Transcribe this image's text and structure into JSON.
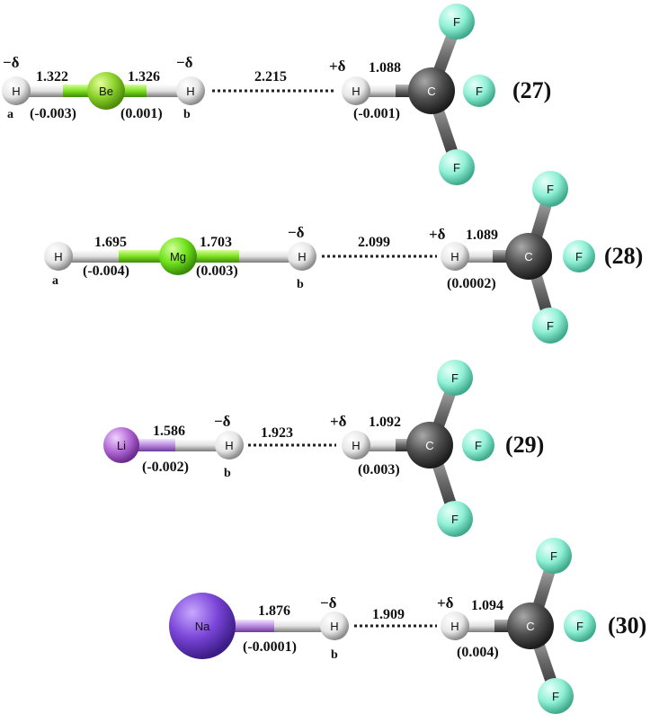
{
  "complexes": [
    {
      "id": "(27)",
      "metal": "Be",
      "hydride_h": "H",
      "left_h": "H",
      "left_charge": "−δ",
      "left_label": "a",
      "right_charge": "−δ",
      "right_label": "b",
      "bond_left": "1.322",
      "bond_left_change": "(-0.003)",
      "bond_right": "1.326",
      "bond_right_change": "(0.001)",
      "hb_distance": "2.215",
      "ch_charge": "+δ",
      "ch_h": "H",
      "ch_bond": "1.088",
      "ch_bond_change": "(-0.001)",
      "carbon": "C",
      "f1": "F",
      "f2": "F",
      "f3": "F"
    },
    {
      "id": "(28)",
      "metal": "Mg",
      "hydride_h": "H",
      "left_h": "H",
      "left_label": "a",
      "right_charge": "−δ",
      "right_label": "b",
      "bond_left": "1.695",
      "bond_left_change": "(-0.004)",
      "bond_right": "1.703",
      "bond_right_change": "(0.003)",
      "hb_distance": "2.099",
      "ch_charge": "+δ",
      "ch_h": "H",
      "ch_bond": "1.089",
      "ch_bond_change": "(0.0002)",
      "carbon": "C",
      "f1": "F",
      "f2": "F",
      "f3": "F"
    },
    {
      "id": "(29)",
      "metal": "Li",
      "hydride_h": "H",
      "right_charge": "−δ",
      "right_label": "b",
      "bond_right": "1.586",
      "bond_right_change": "(-0.002)",
      "hb_distance": "1.923",
      "ch_charge": "+δ",
      "ch_h": "H",
      "ch_bond": "1.092",
      "ch_bond_change": "(0.003)",
      "carbon": "C",
      "f1": "F",
      "f2": "F",
      "f3": "F"
    },
    {
      "id": "(30)",
      "metal": "Na",
      "hydride_h": "H",
      "right_charge": "−δ",
      "right_label": "b",
      "bond_right": "1.876",
      "bond_right_change": "(-0.0001)",
      "hb_distance": "1.909",
      "ch_charge": "+δ",
      "ch_h": "H",
      "ch_bond": "1.094",
      "ch_bond_change": "(0.004)",
      "carbon": "C",
      "f1": "F",
      "f2": "F",
      "f3": "F"
    }
  ],
  "colors": {
    "hydrogen": "#e8e8e8",
    "carbon": "#4a4a4a",
    "fluorine": "#8ff0d6",
    "beryllium": "#8bd12a",
    "magnesium": "#6fe21b",
    "lithium": "#b46ad6",
    "sodium": "#7a45d8",
    "green_bond": "#7ee020",
    "purple_bond": "#b98be0"
  }
}
